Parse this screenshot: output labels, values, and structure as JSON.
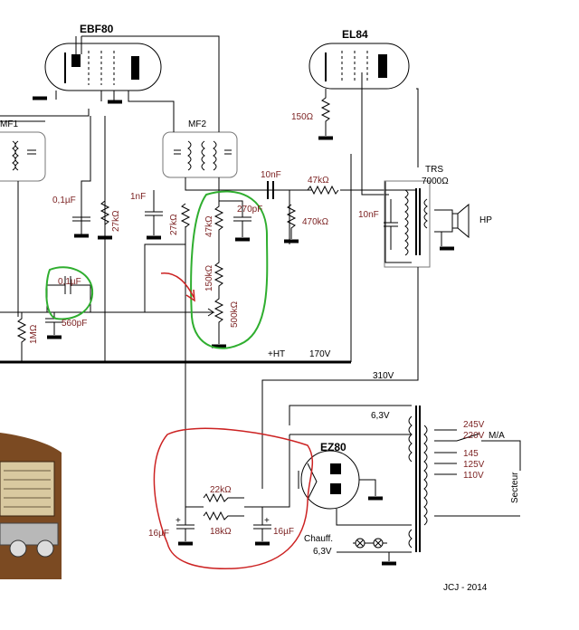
{
  "tubes": {
    "ebf80": "EBF80",
    "el84": "EL84",
    "ez80": "EZ80"
  },
  "if_transformers": {
    "mf1": "MF1",
    "mf2": "MF2"
  },
  "output_transformer": {
    "name": "TRS",
    "impedance": "7000Ω",
    "speaker": "HP"
  },
  "labels": {
    "r_150": "150Ω",
    "c_10nf_coupling": "10nF",
    "r_47k_grid": "47kΩ",
    "r_470k": "470kΩ",
    "c_10nf_trs": "10nF",
    "c_01uf_a": "0,1µF",
    "r_27k_a": "27kΩ",
    "c_1nf": "1nF",
    "r_27k_b": "27kΩ",
    "r_47k_b": "47kΩ",
    "c_270pf": "270pF",
    "c_01uf_b": "0,1µF",
    "c_560pf": "560pF",
    "r_1m": "1MΩ",
    "r_150k": "150kΩ",
    "pot_500k": "500kΩ",
    "ht_label": "+HT",
    "ht_voltage": "170V",
    "v310": "310V",
    "v63_top": "6,3V",
    "r_22k": "22kΩ",
    "r_18k": "18kΩ",
    "c_16uf_left": "16µF",
    "c_16uf_right": "16µF",
    "plus_left": "+",
    "plus_right": "+",
    "heater": "Chauff.",
    "v63_bottom": "6,3V",
    "mains_tap_245": "245V",
    "mains_tap_220": "220V",
    "mains_switch": "M/A",
    "mains_tap_145": "145",
    "mains_tap_125": "125V",
    "mains_tap_110": "110V",
    "secteur": "Secteur",
    "credit": "JCJ - 2014"
  },
  "colors": {
    "label": "#7a1f1f",
    "green_mark": "#2fae2f",
    "red_mark": "#cc2222",
    "arrow": "#cc2222"
  }
}
